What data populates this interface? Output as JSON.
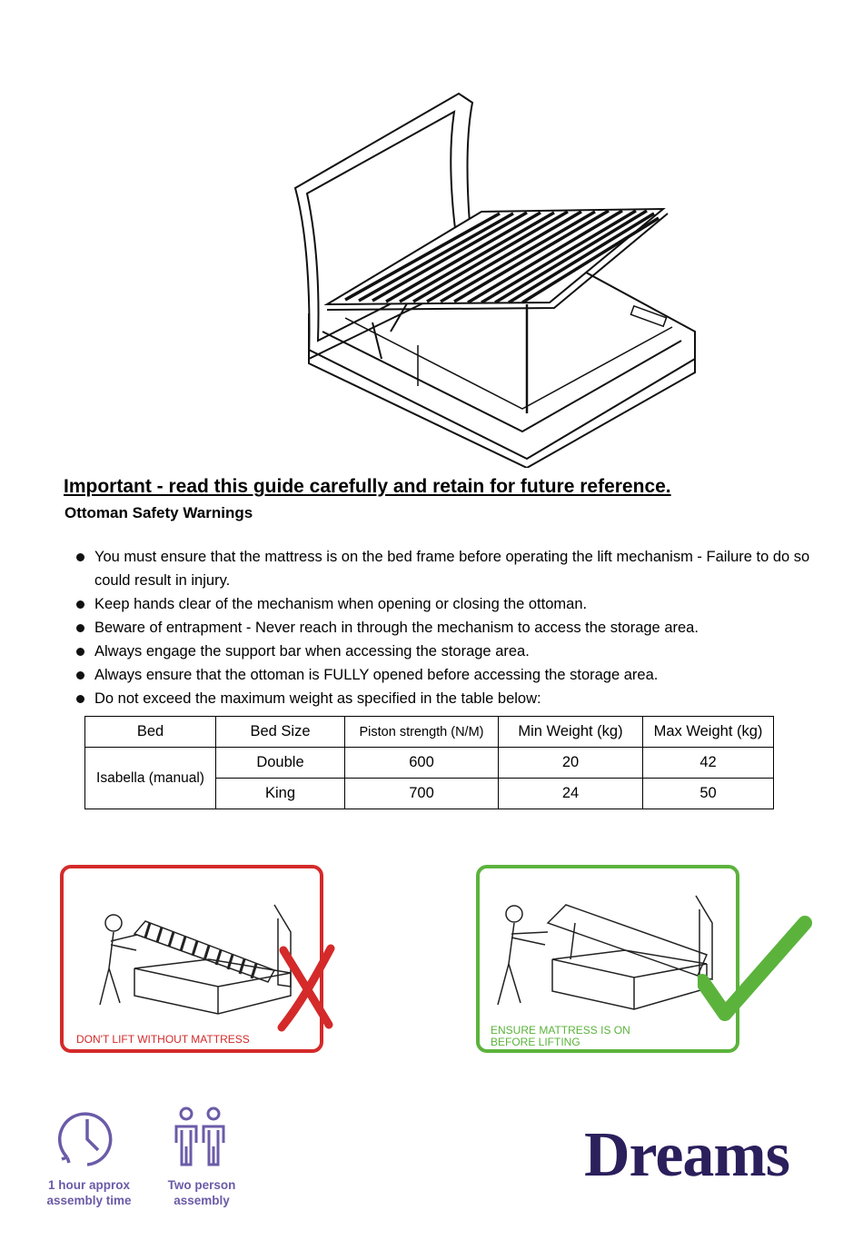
{
  "heading": "Important - read this guide carefully and retain for future reference.",
  "subheading": "Ottoman Safety Warnings",
  "warnings": [
    "You must ensure that the mattress is on the bed frame before operating the lift mechanism - Failure to do so could result in injury.",
    "Keep hands clear of the mechanism when opening or closing the ottoman.",
    "Beware of entrapment - Never reach in through the mechanism to access the storage area.",
    "Always engage the support bar when accessing the storage area.",
    "Always ensure that the ottoman is FULLY opened before accessing the storage area.",
    "Do not exceed the maximum weight as specified in the table below:"
  ],
  "table": {
    "headers": [
      "Bed",
      "Bed Size",
      "Piston strength (N/M)",
      "Min Weight (kg)",
      "Max Weight (kg)"
    ],
    "bed": "Isabella (manual)",
    "rows": [
      {
        "size": "Double",
        "piston": "600",
        "min": "20",
        "max": "42"
      },
      {
        "size": "King",
        "piston": "700",
        "min": "24",
        "max": "50"
      }
    ]
  },
  "panels": {
    "dont": {
      "caption": "DON'T LIFT WITHOUT MATTRESS",
      "color": "#d42a2a",
      "icon": "cross-icon"
    },
    "do": {
      "caption_line1": "ENSURE MATTRESS IS ON",
      "caption_line2": "BEFORE LIFTING",
      "color": "#5bb33c",
      "icon": "check-icon"
    }
  },
  "icons": {
    "time": {
      "line1": "1 hour approx",
      "line2": "assembly time",
      "icon": "clock-icon"
    },
    "people": {
      "line1": "Two person",
      "line2": "assembly",
      "icon": "two-person-icon"
    },
    "accent": "#6b5ba8"
  },
  "brand": {
    "name": "Dreams",
    "color": "#2b1f5c"
  }
}
